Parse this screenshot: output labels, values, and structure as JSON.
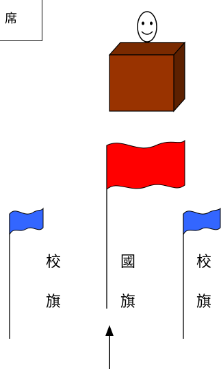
{
  "seat_label": "席",
  "flags": {
    "left": {
      "line1": "校",
      "line2": "旗",
      "color": "#3366ff"
    },
    "center": {
      "line1": "國",
      "line2": "旗",
      "color": "#ff0000"
    },
    "right": {
      "line1": "校",
      "line2": "旗",
      "color": "#3366ff"
    }
  },
  "podium": {
    "front_color": "#993300",
    "top_color": "#7a2a00",
    "side_color": "#5c2000"
  },
  "arrow_direction": "up"
}
